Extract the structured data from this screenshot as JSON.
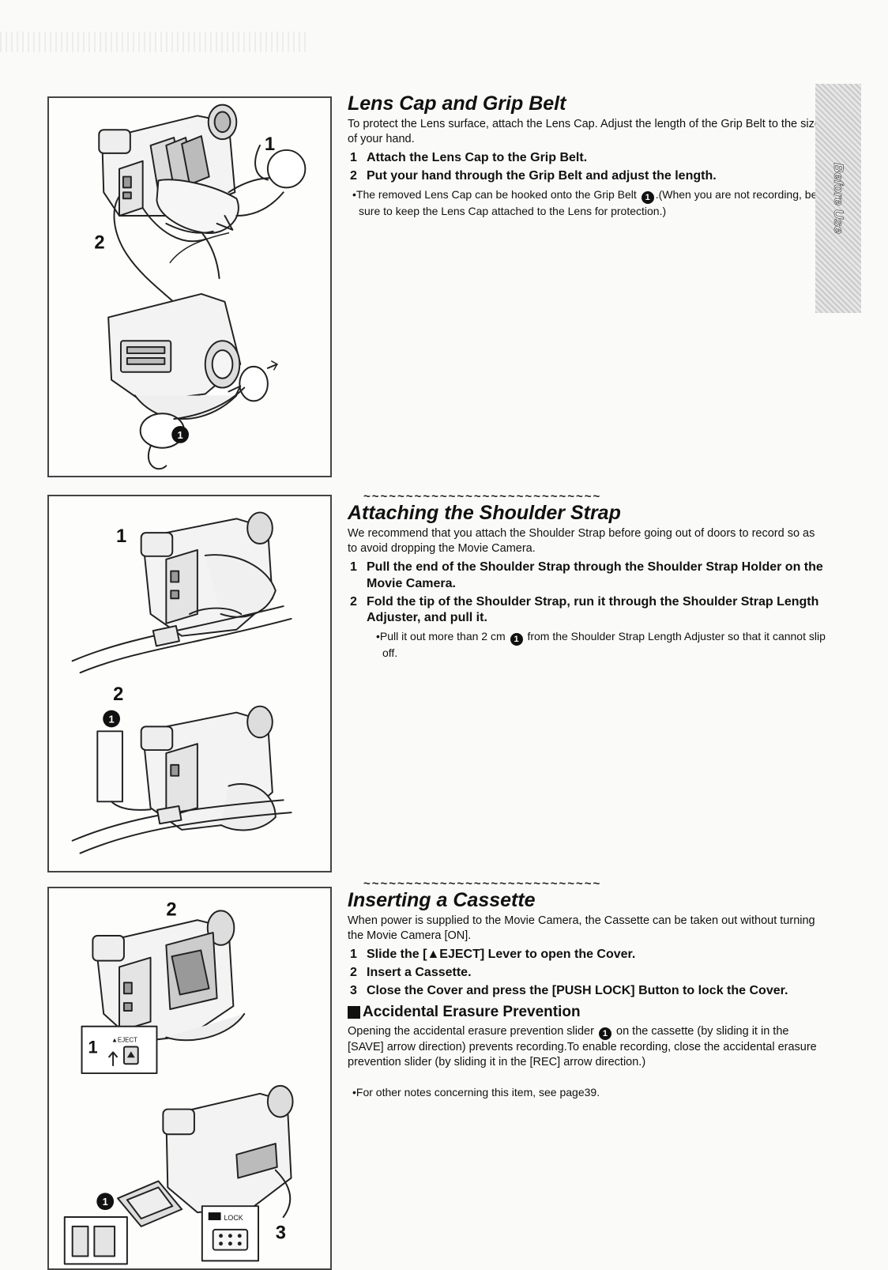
{
  "sidebar_tab": "Before Use",
  "sections": [
    {
      "title": "Lens Cap and Grip Belt",
      "intro": "To protect the Lens surface, attach the Lens Cap. Adjust the length of the Grip Belt to the size of your hand.",
      "steps": [
        {
          "num": "1",
          "text": "Attach the Lens Cap to the Grip Belt."
        },
        {
          "num": "2",
          "text": "Put your hand through the Grip Belt and adjust the length."
        }
      ],
      "note": {
        "before": "The removed Lens Cap can be hooked onto the Grip Belt",
        "marker": "1",
        "after": ".(When you are not recording, be sure to keep the Lens Cap attached to the Lens for protection.)"
      },
      "figure_labels": [
        "1",
        "2",
        "1"
      ]
    },
    {
      "waves": "~~~~~~~~~~~~~~~~~~~~~~~~~~~~",
      "title": "Attaching the Shoulder Strap",
      "intro": "We recommend that you attach the Shoulder Strap before going out of doors to record so as to avoid dropping the Movie Camera.",
      "steps": [
        {
          "num": "1",
          "text": "Pull the end of the Shoulder Strap through the Shoulder Strap Holder on the Movie Camera."
        },
        {
          "num": "2",
          "text": "Fold the tip of the Shoulder Strap, run it through the Shoulder Strap Length Adjuster, and pull it."
        }
      ],
      "note": {
        "before": "Pull it out more than 2 cm",
        "marker": "1",
        "after": "from the Shoulder Strap Length Adjuster so that it cannot slip off."
      },
      "figure_labels": [
        "1",
        "2",
        "1"
      ]
    },
    {
      "waves": "~~~~~~~~~~~~~~~~~~~~~~~~~~~~",
      "title": "Inserting a Cassette",
      "intro": "When power is supplied to the Movie Camera, the Cassette can be taken out without turning the Movie Camera [ON].",
      "steps": [
        {
          "num": "1",
          "text": "Slide the [▲EJECT] Lever to open the Cover."
        },
        {
          "num": "2",
          "text": "Insert a Cassette."
        },
        {
          "num": "3",
          "text": "Close the Cover and press the [PUSH LOCK] Button to lock the Cover."
        }
      ],
      "subheading": "Accidental Erasure Prevention",
      "body": {
        "before": "Opening the accidental erasure prevention slider",
        "marker": "1",
        "after": "on the cassette (by sliding it in the [SAVE] arrow direction) prevents recording.To enable recording, close the accidental erasure prevention slider (by sliding it in the [REC] arrow direction.)"
      },
      "final_note": "For other notes concerning this item, see page39.",
      "figure_labels": [
        "2",
        "1",
        "▲EJECT",
        "1",
        "3",
        "LOCK"
      ]
    }
  ]
}
